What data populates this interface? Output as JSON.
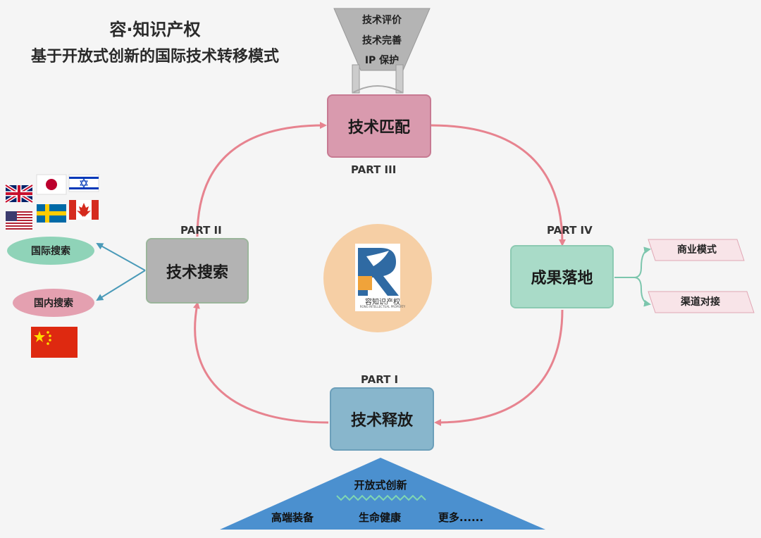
{
  "title": {
    "line1": "容·知识产权",
    "line2": "基于开放式创新的国际技术转移模式"
  },
  "funnel": {
    "items": [
      "技术评价",
      "技术完善",
      "IP 保护"
    ]
  },
  "nodes": {
    "match": "技术匹配",
    "search": "技术搜索",
    "land": "成果落地",
    "release": "技术释放"
  },
  "parts": {
    "p1": "PART I",
    "p2": "PART II",
    "p3": "PART III",
    "p4": "PART IV"
  },
  "search_branches": {
    "intl": "国际搜索",
    "dom": "国内搜索"
  },
  "land_branches": {
    "biz": "商业模式",
    "channel": "渠道对接"
  },
  "triangle": {
    "title": "开放式创新",
    "items": [
      "高端装备",
      "生命健康",
      "更多......"
    ]
  },
  "logo": {
    "text": "容知识产权",
    "sub": "RONG INTELLECTUAL PROPERTY"
  },
  "colors": {
    "arrow": "#e7838f",
    "match": "#d99aae",
    "search": "#b3b3b3",
    "land": "#a9dbc8",
    "release": "#88b6cc",
    "triangle": "#4b90cf",
    "center_circle": "#f6cfa5"
  }
}
